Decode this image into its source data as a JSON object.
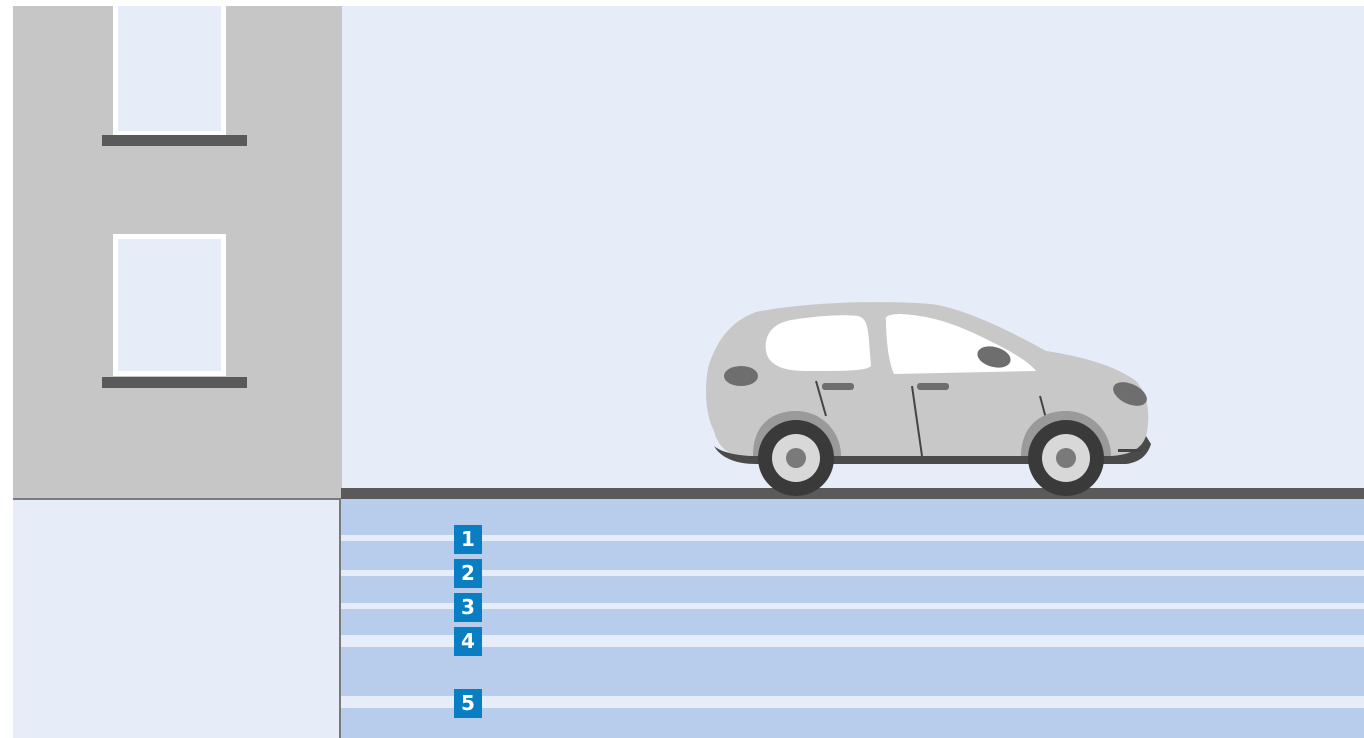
{
  "scene": {
    "colors": {
      "sky": "#e6edf8",
      "building": "#c6c6c6",
      "window_frame": "#ffffff",
      "sill": "#5a5a5a",
      "road": "#5a5a5a",
      "ground": "#b8cdec",
      "badge": "#0a7ec2",
      "car_body": "#c8c8c8",
      "car_dark": "#4a4a4a"
    },
    "layers": [
      {
        "label": "1"
      },
      {
        "label": "2"
      },
      {
        "label": "3"
      },
      {
        "label": "4"
      },
      {
        "label": "5"
      }
    ]
  }
}
